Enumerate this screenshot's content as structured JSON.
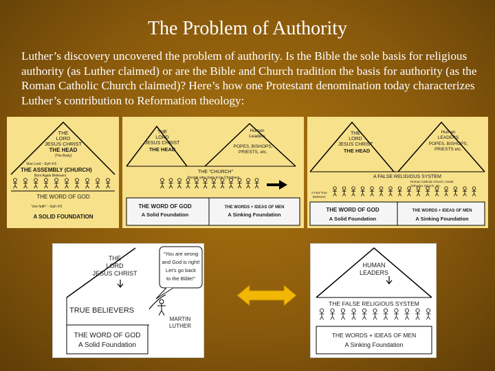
{
  "slide": {
    "title": "The Problem of Authority",
    "body": "Luther’s discovery uncovered the problem of authority. Is the Bible the sole basis for religious authority (as Luther claimed) or are the Bible and Church tradition the basis for authority (as the Roman Catholic Church claimed)? Here’s how one Protestant denomination today characterizes Luther’s contribution to Reformation theology:"
  },
  "colors": {
    "background": "#8a5a0c",
    "panel": "#f7e18a",
    "arrow": "#f2b705"
  },
  "panel1": {
    "head_line1": "THE",
    "head_line2": "LORD",
    "head_line3": "JESUS CHRIST",
    "head_line4": "THE HEAD",
    "head_ref": "(The Body)",
    "vine_ref": "Vine Lord – Eph 4:5",
    "assembly": "THE ASSEMBLY (CHURCH)",
    "assembly_sub": "Born Again Believers",
    "word": "THE WORD OF GOD",
    "faith_ref": "“one faith” – Eph 4:5",
    "foundation": "A SOLID FOUNDATION"
  },
  "panel2": {
    "left_line1": "THE",
    "left_line2": "LORD",
    "left_line3": "JESUS CHRIST",
    "left_line4": "THE HEAD",
    "right_line1": "Human",
    "right_line2": "Leaders",
    "right_line3": "POPES, BISHOPS,",
    "right_line4": "PRIESTS, etc.",
    "church": "THE “CHURCH”",
    "church_sub": "People who claim to be Christians",
    "word": "THE WORD OF GOD",
    "word_sub": "A Solid Foundation",
    "men": "THE WORDS + IDEAS OF MEN",
    "men_sub": "A Sinking Foundation"
  },
  "panel3": {
    "left_line1": "THE",
    "left_line2": "LORD",
    "left_line3": "JESUS CHRIST",
    "left_line4": "THE HEAD",
    "right_line1": "Human",
    "right_line2": "LEADERS",
    "right_line3": "POPES, BISHOPS,",
    "right_line4": "PRIESTS etc.",
    "false_system": "A FALSE RELIGIOUS SYSTEM",
    "false_sub1": "Roman Catholic Church, Greek",
    "false_sub2": "Orthodox Church, etc.",
    "few_true1": "A Few True",
    "few_true2": "Believers",
    "word": "THE WORD OF GOD",
    "word_sub": "A Solid Foundation",
    "men": "THE WORDS + IDEAS OF MEN",
    "men_sub": "A Sinking Foundation"
  },
  "panel4": {
    "head_line1": "THE",
    "head_line2": "LORD",
    "head_line3": "JESUS CHRIST",
    "bubble_line1": "“You are wrong",
    "bubble_line2": "and God is right!",
    "bubble_line3": "Let’s go back",
    "bubble_line4": "to the Bible!”",
    "believers": "TRUE BELIEVERS",
    "luther1": "MARTIN",
    "luther2": "LUTHER",
    "word": "THE WORD OF GOD",
    "word_sub": "A Solid Foundation"
  },
  "panel5": {
    "leaders1": "HUMAN",
    "leaders2": "LEADERS",
    "false_system": "THE FALSE RELIGIOUS SYSTEM",
    "men": "THE WORDS + IDEAS OF MEN",
    "men_sub": "A Sinking Foundation"
  }
}
